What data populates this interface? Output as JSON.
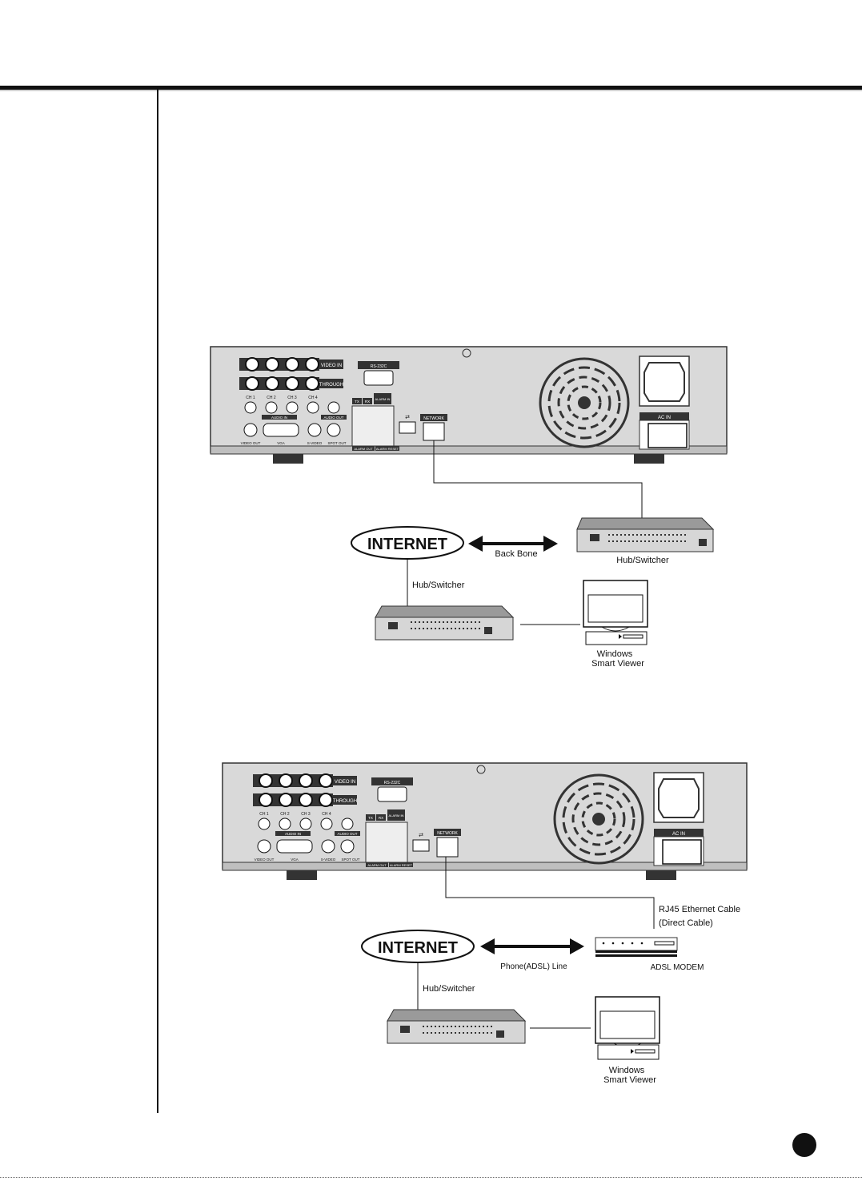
{
  "diagram1": {
    "internet_label": "INTERNET",
    "backbone_label": "Back Bone",
    "hub_right_label": "Hub/Switcher",
    "hub_left_label": "Hub/Switcher",
    "viewer_line1": "Windows",
    "viewer_line2": "Smart Viewer"
  },
  "diagram2": {
    "internet_label": "INTERNET",
    "phone_line_label": "Phone(ADSL) Line",
    "cable_line1": "RJ45 Ethernet Cable",
    "cable_line2": "(Direct Cable)",
    "modem_label": "ADSL MODEM",
    "hub_label": "Hub/Switcher",
    "viewer_line1": "Windows",
    "viewer_line2": "Smart Viewer"
  },
  "dvr_panel": {
    "video_in": "VIDEO IN",
    "through": "THROUGH",
    "rs232c": "RS-232C",
    "ch1": "CH 1",
    "ch2": "CH 2",
    "ch3": "CH 3",
    "ch4": "CH 4",
    "audio_in": "AUDIO IN",
    "audio_out": "AUDIO OUT",
    "video_out": "VIDEO OUT",
    "vga": "VGA",
    "s_video": "S-VIDEO",
    "spot_out": "SPOT OUT",
    "tx": "TX",
    "rx": "RX",
    "alarm_in": "ALARM IN",
    "alarm_out": "ALARM OUT",
    "alarm_reset": "ALARM RESET",
    "network": "NETWORK",
    "ac_in": "AC IN"
  }
}
